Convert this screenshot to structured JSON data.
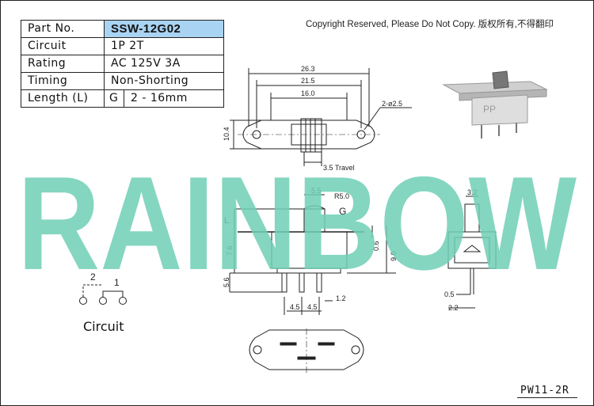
{
  "copyright": "Copyright Reserved, Please Do Not Copy. 版权所有,不得翻印",
  "spec": {
    "part_no_label": "Part No.",
    "part_no": "SSW-12G02",
    "circuit_label": "Circuit",
    "circuit": "1P 2T",
    "rating_label": "Rating",
    "rating": "AC 125V 3A",
    "timing_label": "Timing",
    "timing": "Non-Shorting",
    "length_label": "Length (L)",
    "length_code": "G",
    "length": "2 - 16mm"
  },
  "watermark": {
    "text": "RAINBOW",
    "color": "#6fcfb5"
  },
  "top_view": {
    "dim_overall": "26.3",
    "dim_holes": "21.5",
    "dim_body": "16.0",
    "dim_height": "10.4",
    "dim_hole_dia": "2-ø2.5",
    "dim_travel": "3.5 Travel"
  },
  "side_view": {
    "dim_knob": "5.5",
    "dim_radius": "R5.0",
    "label_g": "G",
    "label_l": "L",
    "dim_7_6": "7.6",
    "dim_5_6": "5.6",
    "dim_0_6": "0.6",
    "dim_9_0": "9.0",
    "dim_pitch_1": "4.5",
    "dim_pitch_2": "4.5",
    "dim_1_2": "1.2"
  },
  "end_view": {
    "dim_3_2": "3.2",
    "dim_0_5": "0.5",
    "dim_2_2": "2.2"
  },
  "circuit_diagram": {
    "pin_2": "2",
    "pin_1": "1",
    "label": "Circuit"
  },
  "model_code": "PW11-2R",
  "photo_mark": "PP"
}
